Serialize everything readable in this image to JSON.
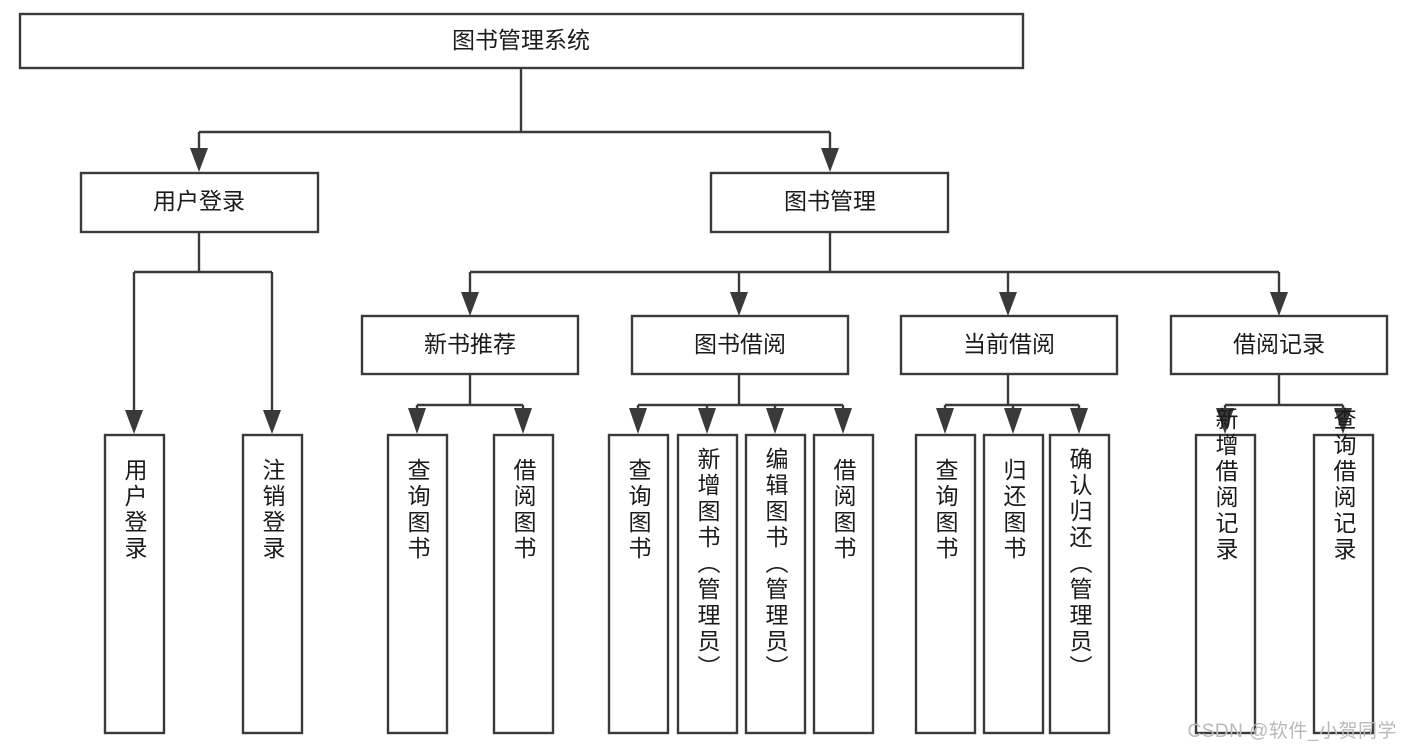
{
  "diagram": {
    "type": "hierarchy-tree",
    "title": "图书管理系统",
    "watermark": "CSDN @软件_小贺同学",
    "colors": {
      "background": "#ffffff",
      "box_stroke": "#3a3a3a",
      "box_fill": "#ffffff",
      "text": "#1b1b1b",
      "watermark": "#b9b9b9"
    },
    "root": {
      "label": "图书管理系统",
      "orientation": "horizontal"
    },
    "level2": [
      {
        "label": "用户登录",
        "orientation": "horizontal"
      },
      {
        "label": "图书管理",
        "orientation": "horizontal"
      }
    ],
    "level3": [
      {
        "label": "新书推荐",
        "orientation": "horizontal",
        "parent": "图书管理"
      },
      {
        "label": "图书借阅",
        "orientation": "horizontal",
        "parent": "图书管理"
      },
      {
        "label": "当前借阅",
        "orientation": "horizontal",
        "parent": "图书管理"
      },
      {
        "label": "借阅记录",
        "orientation": "horizontal",
        "parent": "图书管理"
      }
    ],
    "leaves": {
      "user_login": [
        {
          "label": "用户登录",
          "orientation": "vertical"
        },
        {
          "label": "注销登录",
          "orientation": "vertical"
        }
      ],
      "new_book_recommend": [
        {
          "label": "查询图书",
          "orientation": "vertical"
        },
        {
          "label": "借阅图书",
          "orientation": "vertical"
        }
      ],
      "book_borrow": [
        {
          "label": "查询图书",
          "orientation": "vertical"
        },
        {
          "label": "新增图书（管理员）",
          "orientation": "vertical"
        },
        {
          "label": "编辑图书（管理员）",
          "orientation": "vertical"
        },
        {
          "label": "借阅图书",
          "orientation": "vertical"
        }
      ],
      "current_borrow": [
        {
          "label": "查询图书",
          "orientation": "vertical"
        },
        {
          "label": "归还图书",
          "orientation": "vertical"
        },
        {
          "label": "确认归还（管理员）",
          "orientation": "vertical"
        }
      ],
      "borrow_record": [
        {
          "label": "新增借阅记录",
          "orientation": "vertical"
        },
        {
          "label": "查询借阅记录",
          "orientation": "vertical"
        }
      ]
    }
  }
}
